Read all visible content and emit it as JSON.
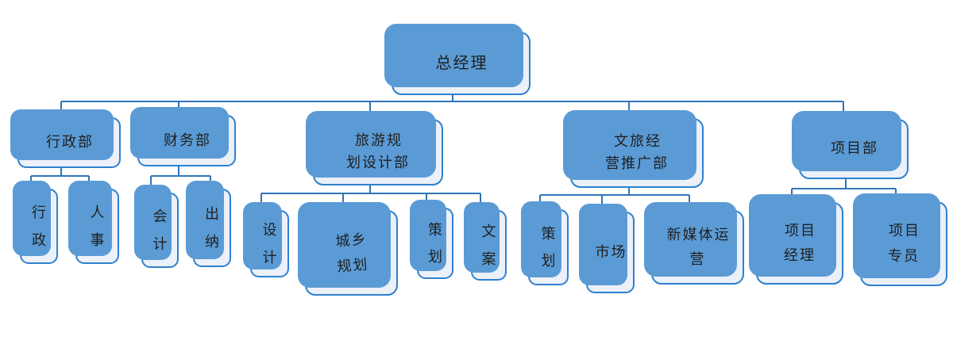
{
  "theme": {
    "bg": "#ffffff",
    "shadow": "#5B9BD5",
    "border": "#2E81CE",
    "card": "#ECF0F9",
    "line": "#2E75B6",
    "text": "#1f1f1f"
  },
  "org": {
    "root": {
      "label": "总经理"
    },
    "departments": [
      {
        "label": "行政部",
        "children": [
          {
            "label": "行\n政"
          },
          {
            "label": "人\n事"
          }
        ]
      },
      {
        "label": "财务部",
        "children": [
          {
            "label": "会\n计"
          },
          {
            "label": "出\n纳"
          }
        ]
      },
      {
        "label": "旅游规\n划设计部",
        "children": [
          {
            "label": "设\n计"
          },
          {
            "label": "城乡\n规划"
          },
          {
            "label": "策\n划"
          },
          {
            "label": "文\n案"
          }
        ]
      },
      {
        "label": "文旅经\n营推广部",
        "children": [
          {
            "label": "策\n划"
          },
          {
            "label": "市场"
          },
          {
            "label": "新媒体运\n营"
          }
        ]
      },
      {
        "label": "项目部",
        "children": [
          {
            "label": "项目\n经理"
          },
          {
            "label": "项目\n专员"
          }
        ]
      }
    ]
  }
}
